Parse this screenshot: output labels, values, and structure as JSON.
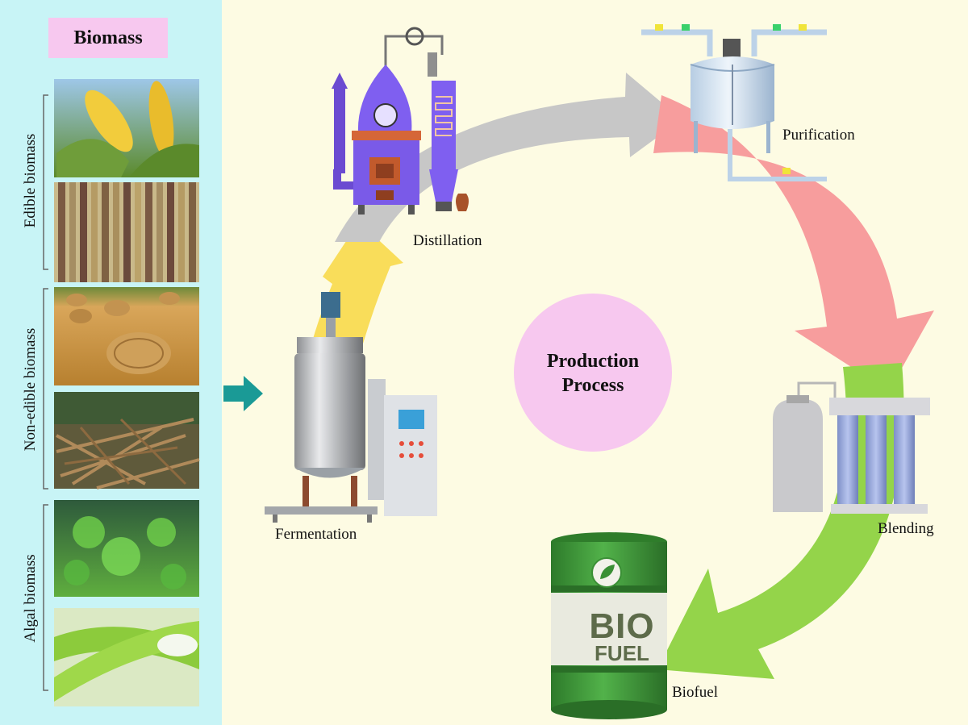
{
  "panel": {
    "title": "Biomass",
    "groups": [
      {
        "label": "Edible biomass"
      },
      {
        "label": "Non-edible biomass"
      },
      {
        "label": "Algal biomass"
      }
    ]
  },
  "center": {
    "line1": "Production",
    "line2": "Process"
  },
  "stages": {
    "fermentation": "Fermentation",
    "distillation": "Distillation",
    "purification": "Purification",
    "blending": "Blending",
    "biofuel": "Biofuel"
  },
  "drum": {
    "line1": "BIO",
    "line2": "FUEL"
  },
  "colors": {
    "background": "#fdfbe3",
    "panel": "#c8f4f6",
    "title_box": "#f7c8ef",
    "center_circle": "#f7c8ef",
    "arrow_yellow": "#f9dd5a",
    "arrow_gray": "#c7c7c7",
    "arrow_red": "#f79d9d",
    "arrow_green": "#94d44a",
    "input_arrow": "#1a9a96",
    "drum_green": "#3f9b3a"
  }
}
